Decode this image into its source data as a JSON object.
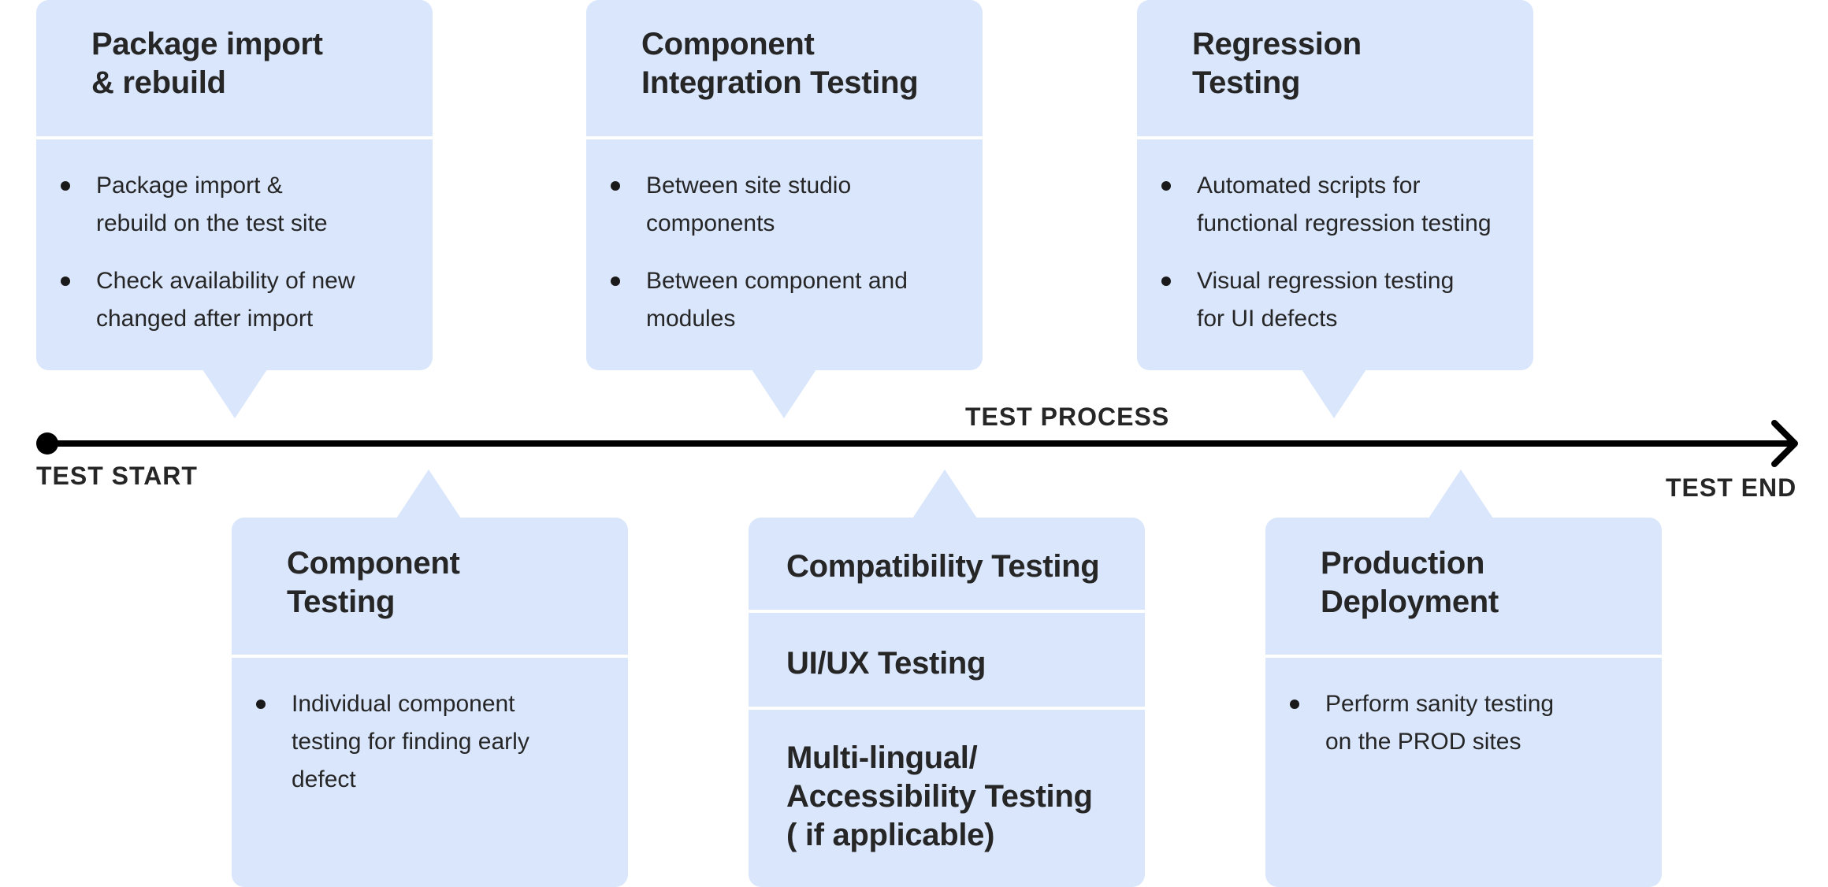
{
  "timeline": {
    "start_label": "TEST START",
    "process_label": "TEST PROCESS",
    "end_label": "TEST END"
  },
  "top_cards": [
    {
      "title": "Package import\n& rebuild",
      "bullets": [
        "Package import &\nrebuild on the test site",
        "Check availability of new\nchanged after import"
      ]
    },
    {
      "title": "Component\nIntegration Testing",
      "bullets": [
        "Between site studio\ncomponents",
        "Between component and\nmodules"
      ]
    },
    {
      "title": "Regression\nTesting",
      "bullets": [
        "Automated scripts for\nfunctional regression testing",
        "Visual regression testing\nfor UI defects"
      ]
    }
  ],
  "bottom_cards": [
    {
      "title": "Component\nTesting",
      "bullets": [
        "Individual component\ntesting for finding early\ndefect"
      ]
    },
    {
      "sections": [
        "Compatibility Testing",
        "UI/UX Testing",
        "Multi-lingual/\nAccessibility Testing\n( if applicable)"
      ]
    },
    {
      "title": "Production\nDeployment",
      "bullets": [
        "Perform sanity testing\non the PROD sites"
      ]
    }
  ],
  "colors": {
    "card_fill": "#d9e6fc",
    "axis": "#000000",
    "text": "#262626"
  }
}
